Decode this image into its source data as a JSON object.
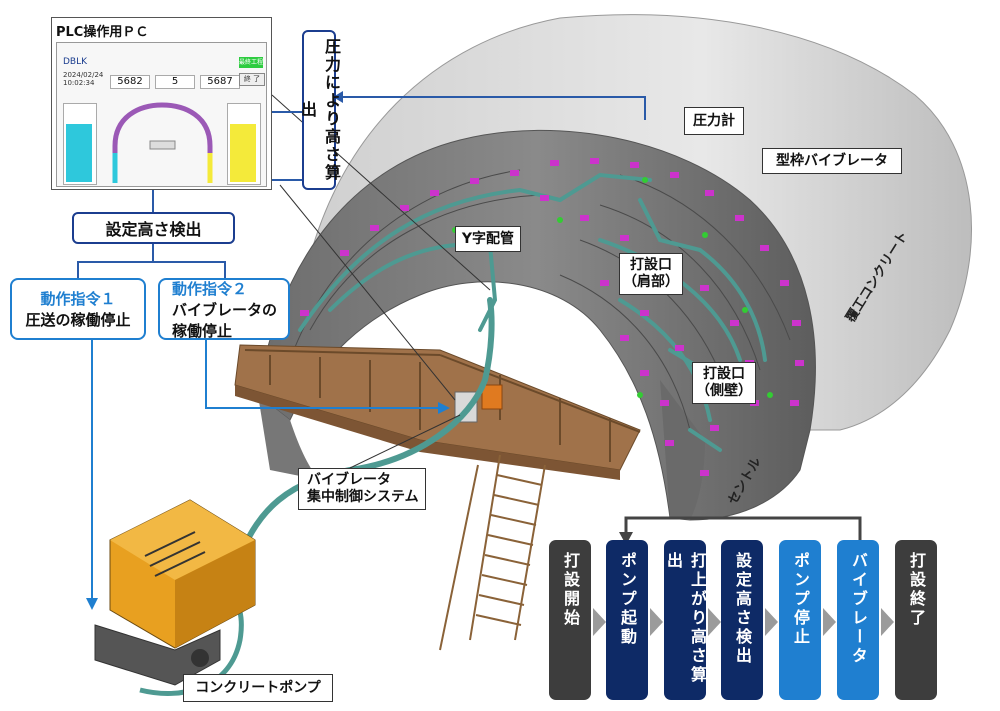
{
  "pc": {
    "title": "PLC操作用ＰＣ",
    "screen": {
      "header_a": "DBLK",
      "date": "2024/02/24",
      "time": "10:02:34",
      "val1": "5682",
      "val2": "5",
      "val3": "5687",
      "status_btn": "最終工程",
      "end_btn": "終 了"
    }
  },
  "boxes": {
    "pressure_calc": "圧力により高さ算出",
    "height_detect": "設定高さ検出",
    "cmd1_title": "動作指令１",
    "cmd1_body": "圧送の稼働停止",
    "cmd2_title": "動作指令２",
    "cmd2_body_1": "バイブレータの",
    "cmd2_body_2": "稼働停止"
  },
  "labels": {
    "pressure_gauge": "圧力計",
    "form_vibrator": "型枠バイブレータ",
    "y_pipe": "Y字配管",
    "pour_shoulder_1": "打設口",
    "pour_shoulder_2": "（肩部）",
    "pour_side_1": "打設口",
    "pour_side_2": "（側壁）",
    "vibrator_system_1": "バイブレータ",
    "vibrator_system_2": "集中制御システム",
    "concrete_pump": "コンクリートポンプ",
    "lining": "覆工コンクリート",
    "central": "セントル"
  },
  "flow_steps": [
    {
      "label": "打設開始",
      "style": "dark"
    },
    {
      "label": "ポンプ起動",
      "style": "navy"
    },
    {
      "label": "打上がり高さ算出",
      "style": "navy"
    },
    {
      "label": "設定高さ検出",
      "style": "navy"
    },
    {
      "label": "ポンプ停止",
      "style": "blue"
    },
    {
      "label": "バイブレータ",
      "style": "blue"
    },
    {
      "label": "打設終了",
      "style": "dark"
    }
  ],
  "colors": {
    "navy": "#0e2a66",
    "blue": "#1f7fd0",
    "dark": "#3d3d3d",
    "frame": "#1b3d8f",
    "vibrator": "#cc33cc",
    "pipe": "#4e9a92",
    "pump": "#e8a020",
    "scaffold": "#a0724a"
  }
}
